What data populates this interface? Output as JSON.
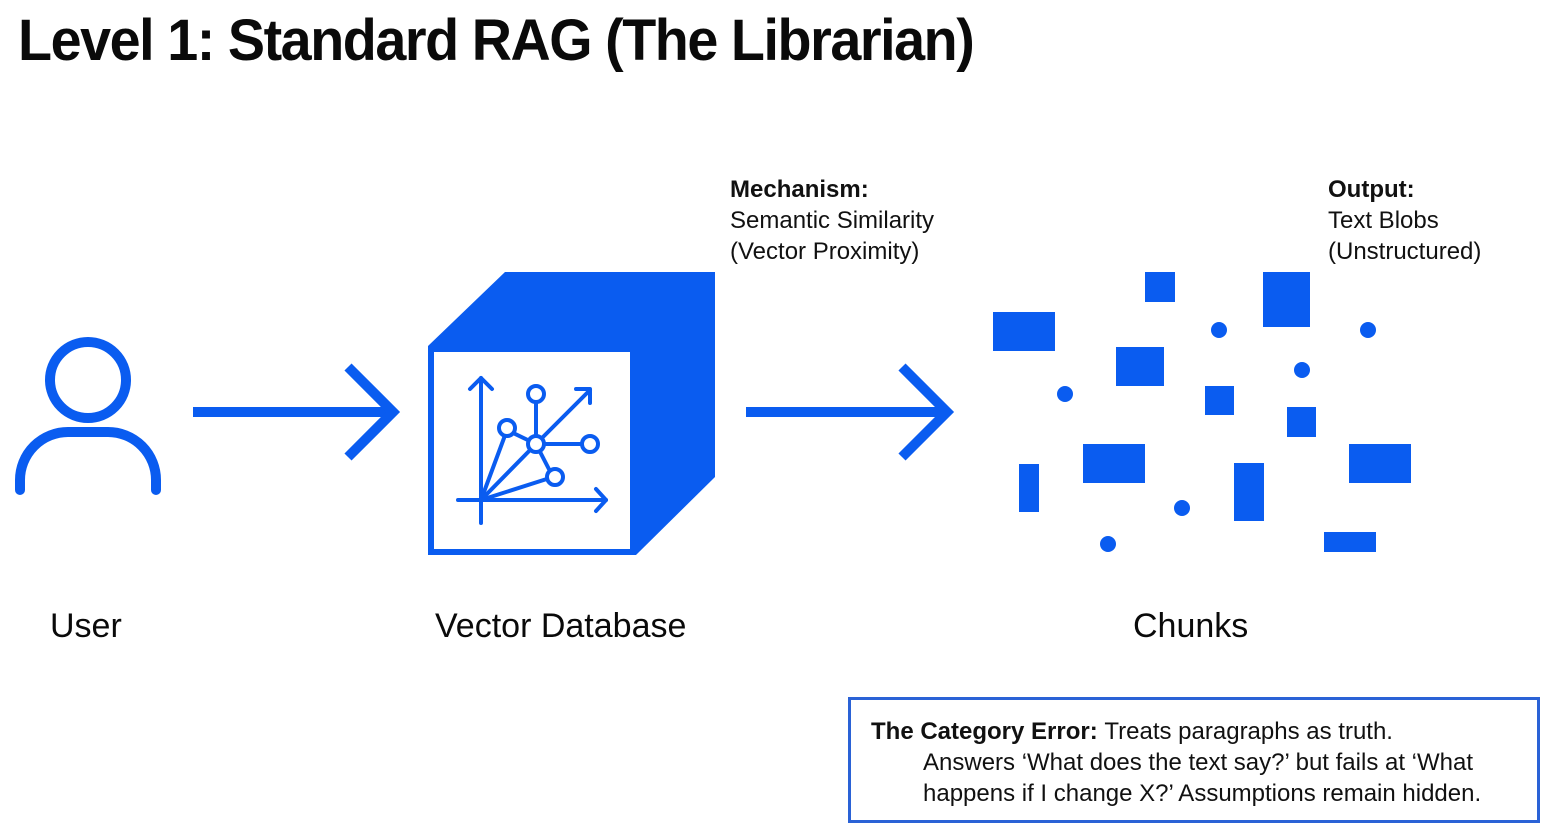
{
  "title": "Level 1: Standard RAG (The Librarian)",
  "colors": {
    "accent": "#0a5cf0",
    "box_border": "#2a62d6",
    "text": "#0a0a0a"
  },
  "nodes": [
    {
      "id": "user",
      "label": "User",
      "icon": "user-icon"
    },
    {
      "id": "vector-db",
      "label": "Vector Database",
      "icon": "vector-database-cube-icon"
    },
    {
      "id": "chunks",
      "label": "Chunks",
      "icon": "scattered-chunks-icon"
    }
  ],
  "edges": [
    {
      "from": "user",
      "to": "vector-db",
      "icon": "arrow-right-icon"
    },
    {
      "from": "vector-db",
      "to": "chunks",
      "icon": "arrow-right-icon"
    }
  ],
  "annotations": {
    "mechanism": {
      "heading": "Mechanism:",
      "line1": "Semantic Similarity",
      "line2": "(Vector Proximity)"
    },
    "output": {
      "heading": "Output:",
      "line1": "Text Blobs",
      "line2": "(Unstructured)"
    }
  },
  "callout": {
    "heading": "The Category Error:",
    "line1": "Treats paragraphs as truth.",
    "line2": "Answers ‘What does the text say?’ but fails at ‘What",
    "line3": "happens if I change X?’ Assumptions remain hidden."
  }
}
